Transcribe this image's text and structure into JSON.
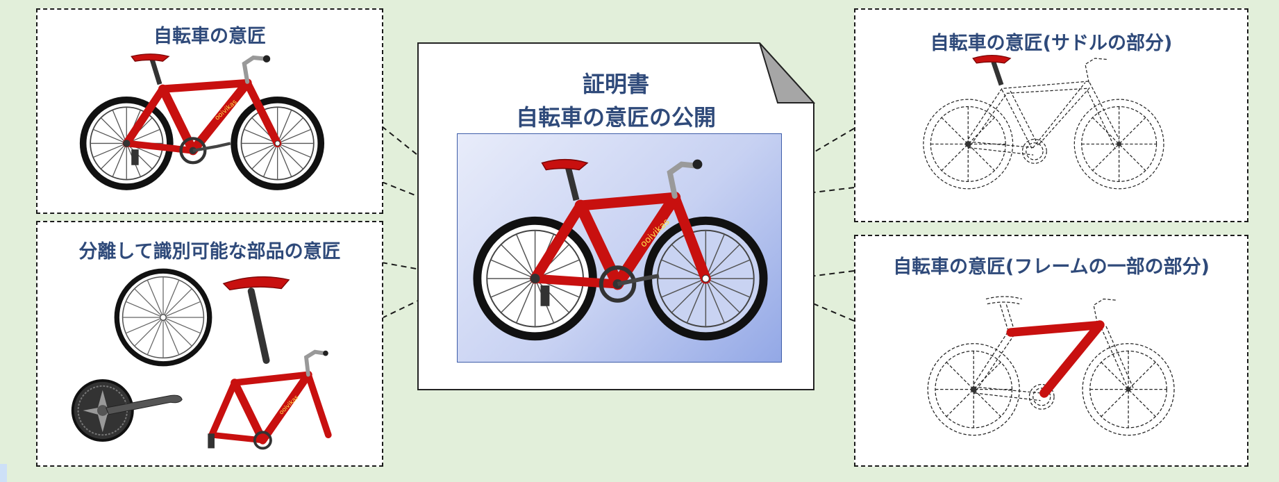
{
  "certificate": {
    "title_line1": "証明書",
    "title_line2": "自転車の意匠の公開"
  },
  "panels": {
    "whole_bicycle": {
      "label": "自転車の意匠"
    },
    "separable_parts": {
      "label": "分離して識別可能な部品の意匠"
    },
    "saddle_part": {
      "label": "自転車の意匠(サドルの部分)"
    },
    "frame_part": {
      "label": "自転車の意匠(フレームの一部の部分)"
    }
  },
  "frame_decal": "ooivikas",
  "colors": {
    "background": "#e2efda",
    "frame_red": "#c8100f",
    "title_navy": "#2f4a7a",
    "figure_blue": "#93a8e6"
  },
  "icons": [
    "bicycle-icon",
    "wheel-icon",
    "saddle-icon",
    "crankset-icon",
    "frame-icon"
  ]
}
